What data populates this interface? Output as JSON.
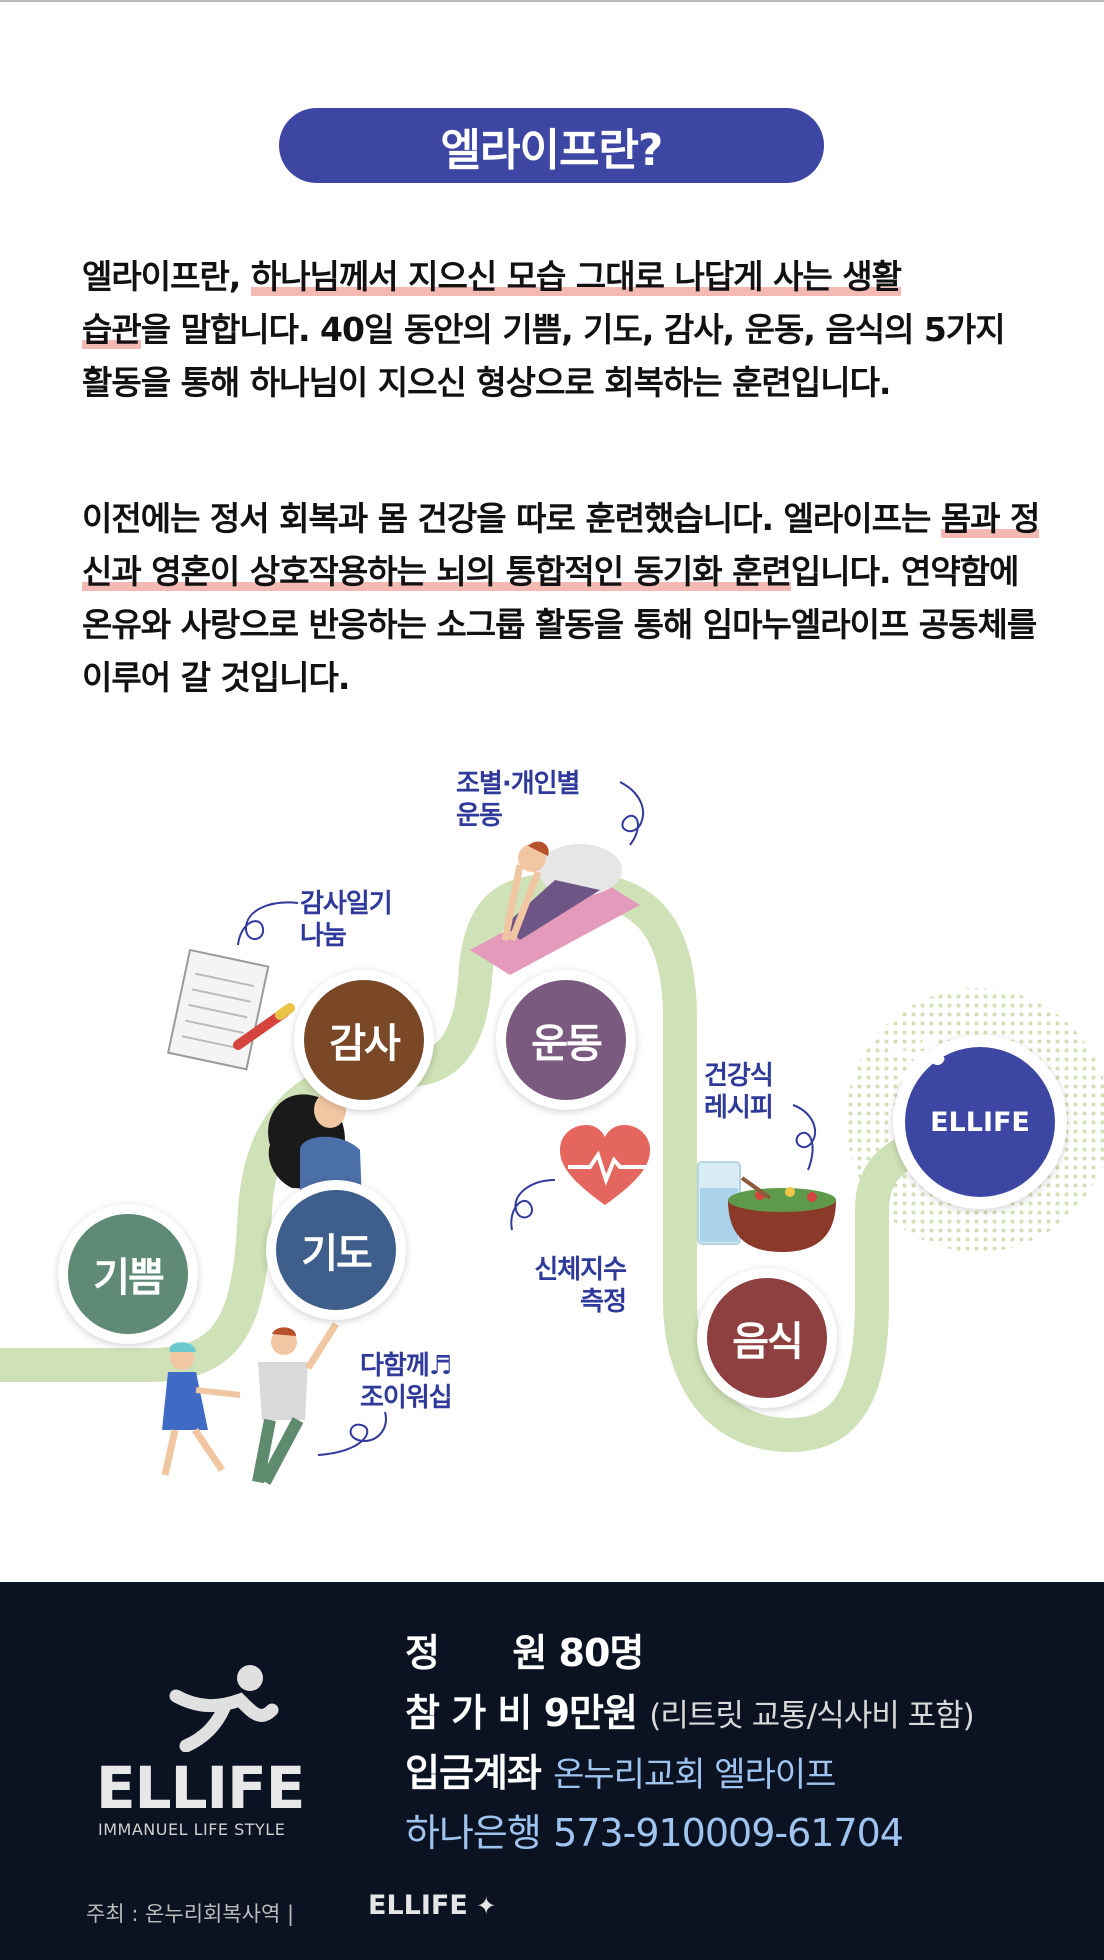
{
  "title": "엘라이프란?",
  "intro": {
    "p1_a": "엘라이프란, ",
    "p1_hl1": "하나님께서 지으신 모습 그대로 나답게 사는 생활",
    "p1_hl2": "습관",
    "p1_b": "을 말합니다.  40일 동안의 기쁨, 기도, 감사, 운동, 음식의 5가지 활동을 통해 하나님이 지으신 형상으로 회복하는 훈련입니다.",
    "p2_a": "이전에는 정서 회복과 몸 건강을 따로 훈련했습니다. 엘라이프는 ",
    "p2_hl": "몸과 정신과 영혼이 상호작용하는 뇌의 통합적인 동기화 훈련",
    "p2_b": "입니다. 연약함에 온유와 사랑으로 반응하는 소그룹 활동을 통해 임마누엘라이프 공동체를 이루어 갈 것입니다."
  },
  "steps": [
    {
      "label": "기쁨",
      "color": "#5f8a76"
    },
    {
      "label": "기도",
      "color": "#3e5f8c"
    },
    {
      "label": "감사",
      "color": "#7a4727"
    },
    {
      "label": "운동",
      "color": "#7a5a7e"
    },
    {
      "label": "음식",
      "color": "#8e3f3f"
    }
  ],
  "badge": "ELLIFE",
  "annotations": {
    "dance_1": "다함께♬",
    "dance_2": "조이워십",
    "diary_1": "감사일기",
    "diary_2": "나눔",
    "exercise_1": "조별·개인별",
    "exercise_2": "운동",
    "body_1": "신체지수",
    "body_2": "측정",
    "recipe_1": "건강식",
    "recipe_2": "레시피"
  },
  "footer": {
    "logo_word": "ELLIFE",
    "logo_sub": "IMMANUEL LIFE STYLE",
    "capacity_label": "정      원",
    "capacity_value": "80명",
    "fee_label": "참 가 비",
    "fee_value": "9만원",
    "fee_note": "(리트릿 교통/식사비 포함)",
    "account_label": "입금계좌",
    "account_holder": "온누리교회 엘라이프",
    "bank": "하나은행",
    "account_number": "573-910009-61704",
    "host": "주최 : 온누리회복사역  |",
    "host_logo": "ELLIFE"
  },
  "colors": {
    "title_bg": "#3d46a3",
    "path": "#cfe1b6",
    "footer_bg": "#0b1322",
    "highlight": "#f4b9b2"
  }
}
